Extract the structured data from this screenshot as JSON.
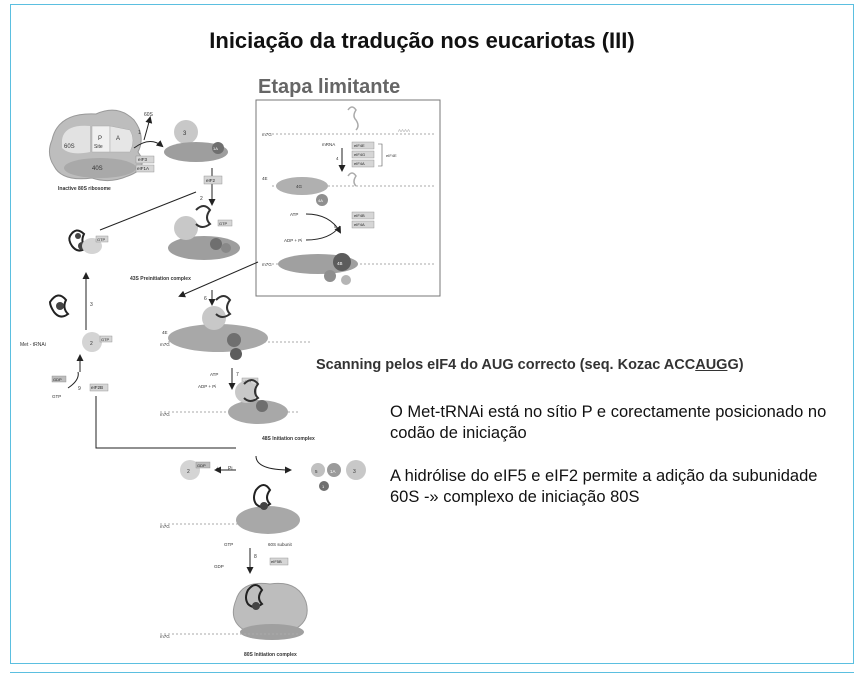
{
  "slide": {
    "title": "Iniciação da tradução nos eucariotas (III)",
    "subtitle": "Etapa limitante",
    "scanning_pre": "Scanning pelos eIF4 do AUG correcto (seq. Kozac ACC",
    "scanning_underlined": "AUG",
    "scanning_post": "G)",
    "paragraph1": "O Met-tRNAi está no sítio P e corectamente posicionado no codão de iniciação",
    "paragraph2": "A hidrólise do eIF5 e eIF2 permite a adição da subunidade 60S -» complexo de iniciação 80S"
  },
  "diagram": {
    "inactive_ribosome": {
      "subunit_large": "60S",
      "subunit_small": "40S",
      "site_p": "P",
      "site_a": "A",
      "site_e": "Site",
      "label": "Inactive 80S ribosome"
    },
    "factor_labels": [
      "eIF3",
      "eIF1A",
      "eIF2",
      "eIF5",
      "eIF4A",
      "eIF4B",
      "eIF4E",
      "eIF4G",
      "eIF2B",
      "eIF5B"
    ],
    "complex_labels": [
      "43S Preinitiation complex",
      "48S Initiation complex",
      "80S Initiation complex",
      "mRNA",
      "60S subunit"
    ],
    "small_labels": [
      "60S",
      "ATP",
      "ADP + Pi",
      "GTP",
      "GDP",
      "Pi",
      "Met - tRNAi",
      "m7G",
      "AAAA",
      "3",
      "1A",
      "1",
      "5",
      "4E",
      "4G",
      "4A",
      "4B",
      "2",
      "40S"
    ],
    "step_numbers": [
      "1",
      "2",
      "3",
      "4",
      "5",
      "6",
      "7",
      "8",
      "9"
    ]
  }
}
